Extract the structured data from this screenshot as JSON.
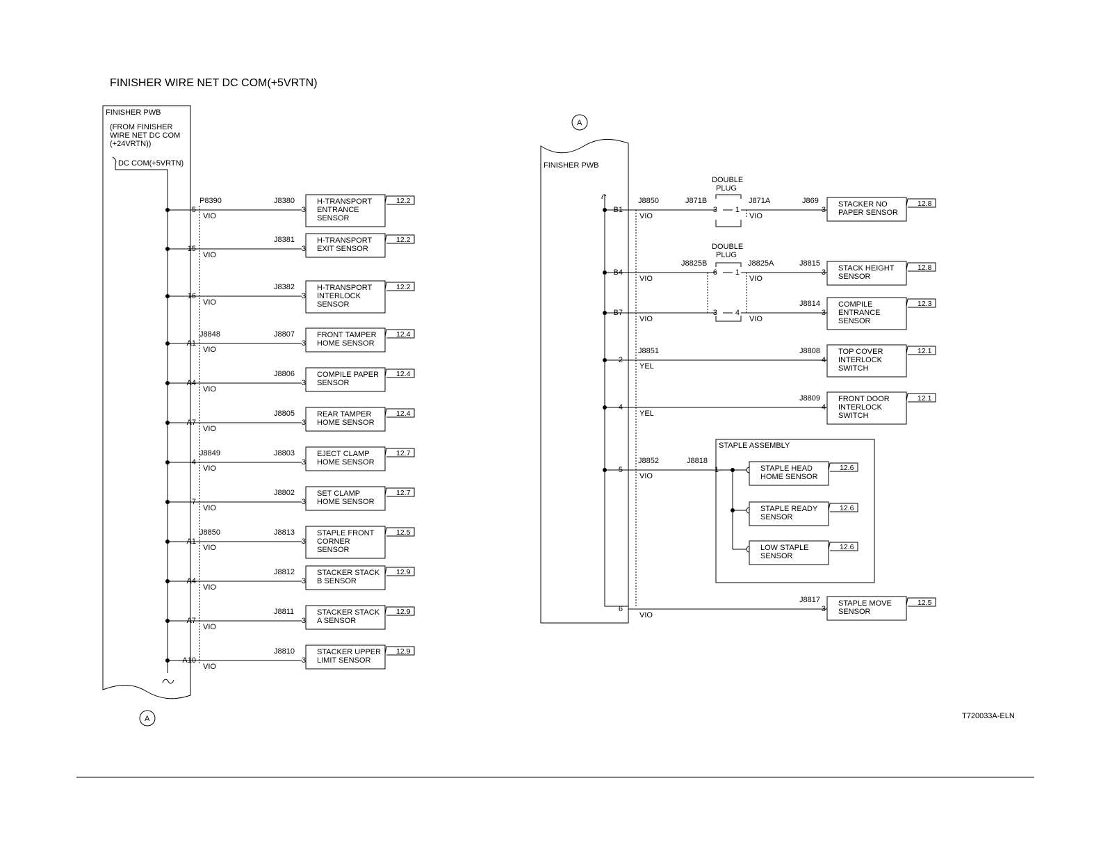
{
  "title": "FINISHER WIRE NET DC COM(+5VRTN)",
  "left": {
    "pwb_label": "FINISHER PWB",
    "from_note": [
      "(FROM FINISHER",
      "WIRE NET DC COM",
      "(+24VRTN))"
    ],
    "dc_com_label": "DC COM(+5VRTN)",
    "connector_ref": "A",
    "rows": [
      {
        "pin": "5",
        "plug": "P8390",
        "wire": "VIO",
        "jack": "J8380",
        "cpin": "3",
        "name": [
          "H-TRANSPORT",
          "ENTRANCE",
          "SENSOR"
        ],
        "ref": "12.2"
      },
      {
        "pin": "15",
        "plug": "",
        "wire": "VIO",
        "jack": "J8381",
        "cpin": "3",
        "name": [
          "H-TRANSPORT",
          "EXIT SENSOR"
        ],
        "ref": "12.2"
      },
      {
        "pin": "16",
        "plug": "",
        "wire": "VIO",
        "jack": "J8382",
        "cpin": "3",
        "name": [
          "H-TRANSPORT",
          "INTERLOCK",
          "SENSOR"
        ],
        "ref": "12.2"
      },
      {
        "pin": "A1",
        "plug": "J8848",
        "wire": "VIO",
        "jack": "J8807",
        "cpin": "3",
        "name": [
          "FRONT TAMPER",
          "HOME SENSOR"
        ],
        "ref": "12.4"
      },
      {
        "pin": "A4",
        "plug": "",
        "wire": "VIO",
        "jack": "J8806",
        "cpin": "3",
        "name": [
          "COMPILE PAPER",
          "SENSOR"
        ],
        "ref": "12.4"
      },
      {
        "pin": "A7",
        "plug": "",
        "wire": "VIO",
        "jack": "J8805",
        "cpin": "3",
        "name": [
          "REAR TAMPER",
          "HOME SENSOR"
        ],
        "ref": "12.4"
      },
      {
        "pin": "4",
        "plug": "J8849",
        "wire": "VIO",
        "jack": "J8803",
        "cpin": "3",
        "name": [
          "EJECT CLAMP",
          "HOME SENSOR"
        ],
        "ref": "12.7"
      },
      {
        "pin": "7",
        "plug": "",
        "wire": "VIO",
        "jack": "J8802",
        "cpin": "3",
        "name": [
          "SET CLAMP",
          "HOME SENSOR"
        ],
        "ref": "12.7"
      },
      {
        "pin": "A1",
        "plug": "J8850",
        "wire": "VIO",
        "jack": "J8813",
        "cpin": "3",
        "name": [
          "STAPLE FRONT",
          "CORNER",
          "SENSOR"
        ],
        "ref": "12.5"
      },
      {
        "pin": "A4",
        "plug": "",
        "wire": "VIO",
        "jack": "J8812",
        "cpin": "3",
        "name": [
          "STACKER STACK",
          "B SENSOR"
        ],
        "ref": "12.9"
      },
      {
        "pin": "A7",
        "plug": "",
        "wire": "VIO",
        "jack": "J8811",
        "cpin": "3",
        "name": [
          "STACKER STACK",
          "A SENSOR"
        ],
        "ref": "12.9"
      },
      {
        "pin": "A10",
        "plug": "",
        "wire": "VIO",
        "jack": "J8810",
        "cpin": "3",
        "name": [
          "STACKER UPPER",
          "LIMIT SENSOR"
        ],
        "ref": "12.9"
      }
    ]
  },
  "right": {
    "pwb_label": "FINISHER PWB",
    "connector_ref": "A",
    "double_plug_label": [
      "DOUBLE",
      "PLUG"
    ],
    "row_b1": {
      "pin": "B1",
      "plug": "J8850",
      "wire": "VIO",
      "dp_left": "J871B",
      "dp_pin_l": "3",
      "dp_pin_r": "1",
      "dp_right": "J871A",
      "wire2": "VIO",
      "jack": "J869",
      "cpin": "3",
      "name": [
        "STACKER NO",
        "PAPER SENSOR"
      ],
      "ref": "12.8"
    },
    "row_b4": {
      "pin": "B4",
      "wire": "VIO",
      "dp_left": "J8825B",
      "dp_pin_l": "6",
      "dp_pin_r": "1",
      "dp_right": "J8825A",
      "wire2": "VIO",
      "jack": "J8815",
      "cpin": "3",
      "name": [
        "STACK HEIGHT",
        "SENSOR"
      ],
      "ref": "12.8"
    },
    "row_b7": {
      "pin": "B7",
      "wire": "VIO",
      "dp_pin_l": "3",
      "dp_pin_r": "4",
      "wire2": "VIO",
      "jack": "J8814",
      "cpin": "3",
      "name": [
        "COMPILE",
        "ENTRANCE",
        "SENSOR"
      ],
      "ref": "12.3"
    },
    "row_2": {
      "pin": "2",
      "plug": "J8851",
      "wire": "YEL",
      "jack": "J8808",
      "cpin": "4",
      "name": [
        "TOP COVER",
        "INTERLOCK",
        "SWITCH"
      ],
      "ref": "12.1"
    },
    "row_4": {
      "pin": "4",
      "wire": "YEL",
      "jack": "J8809",
      "cpin": "4",
      "name": [
        "FRONT DOOR",
        "INTERLOCK",
        "SWITCH"
      ],
      "ref": "12.1"
    },
    "row_5": {
      "pin": "5",
      "plug": "J8852",
      "wire": "VIO",
      "jack": "J8818",
      "cpin": "1"
    },
    "staple_assembly": {
      "label": "STAPLE ASSEMBLY",
      "sensors": [
        {
          "name": [
            "STAPLE HEAD",
            "HOME SENSOR"
          ],
          "ref": "12.6"
        },
        {
          "name": [
            "STAPLE READY",
            "SENSOR"
          ],
          "ref": "12.6"
        },
        {
          "name": [
            "LOW STAPLE",
            "SENSOR"
          ],
          "ref": "12.6"
        }
      ]
    },
    "row_6": {
      "pin": "6",
      "wire": "VIO",
      "jack": "J8817",
      "cpin": "3",
      "name": [
        "STAPLE MOVE",
        "SENSOR"
      ],
      "ref": "12.5"
    }
  },
  "figure_id": "T720033A-ELN"
}
